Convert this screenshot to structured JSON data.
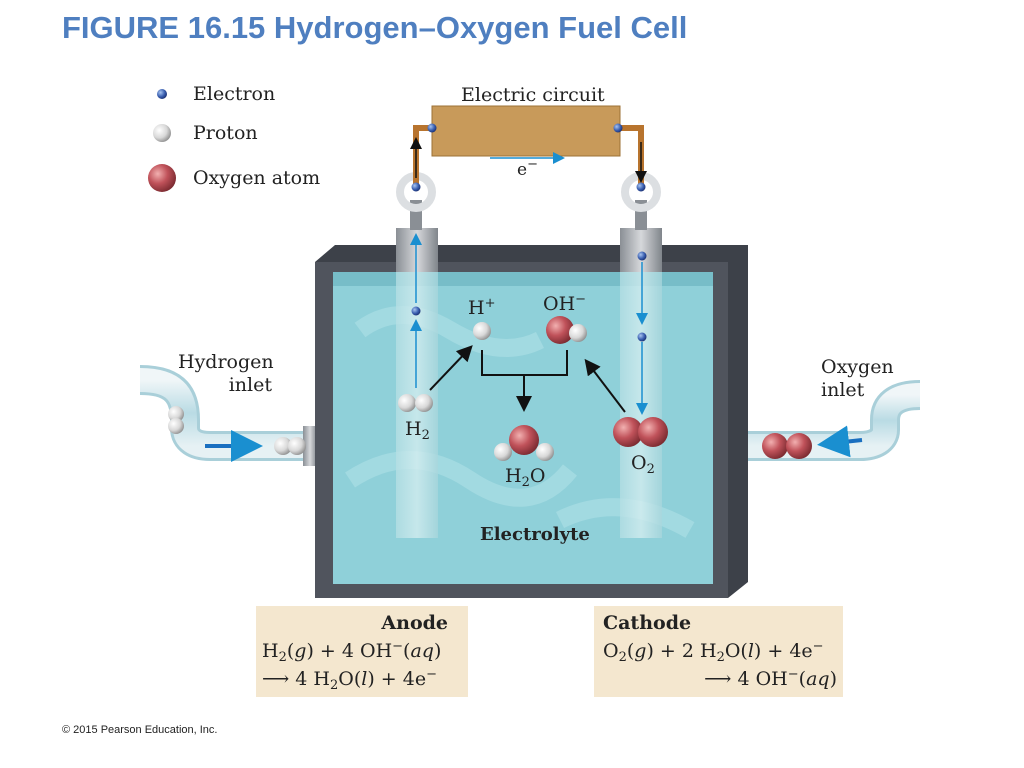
{
  "title": "FIGURE 16.15  Hydrogen–Oxygen Fuel Cell",
  "legend": {
    "electron": "Electron",
    "proton": "Proton",
    "oxygen": "Oxygen atom"
  },
  "circuit": {
    "label": "Electric circuit",
    "electron_symbol": "e",
    "electron_charge": "−"
  },
  "inlets": {
    "hydrogen_line1": "Hydrogen",
    "hydrogen_line2": "inlet",
    "oxygen_line1": "Oxygen",
    "oxygen_line2": "inlet"
  },
  "species": {
    "h_plus": {
      "base": "H",
      "sup": "+"
    },
    "oh_minus": {
      "base": "OH",
      "sup": "−"
    },
    "h2": {
      "base": "H",
      "sub": "2"
    },
    "h2o": {
      "base": "H",
      "sub": "2",
      "tail": "O"
    },
    "o2": {
      "base": "O",
      "sub": "2"
    }
  },
  "electrolyte_label": "Electrolyte",
  "anode": {
    "heading": "Anode",
    "line1": {
      "a": "H",
      "a_sub": "2",
      "b": "(",
      "g": "g",
      "c": ")  +  4 OH",
      "c_sup": "−",
      "d": "(",
      "aq": "aq",
      "e": ")"
    },
    "line2": {
      "arrow": "⟶",
      "a": " 4 H",
      "a_sub": "2",
      "b": "O(",
      "l": "l",
      "c": ") +  4e",
      "c_sup": "−"
    }
  },
  "cathode": {
    "heading": "Cathode",
    "line1": {
      "a": "O",
      "a_sub": "2",
      "b": "(",
      "g": "g",
      "c": ")  +  2 H",
      "c_sub": "2",
      "d": "O(",
      "l": "l",
      "e": ") +  4e",
      "e_sup": "−"
    },
    "line2": {
      "arrow": "⟶",
      "a": " 4 OH",
      "a_sup": "−",
      "b": "(",
      "aq": "aq",
      "c": ")"
    }
  },
  "copyright": "© 2015  Pearson Education, Inc.",
  "colors": {
    "title": "#4f7fc0",
    "electron": "#3a5fb0",
    "proton": "#e0e0e0",
    "oxygen": "#c0525a",
    "electrolyte": "#8fd0d9",
    "case": "#4a4e57",
    "equation_bg": "#f4e7cf",
    "arrow_blue": "#1a8fd0"
  }
}
